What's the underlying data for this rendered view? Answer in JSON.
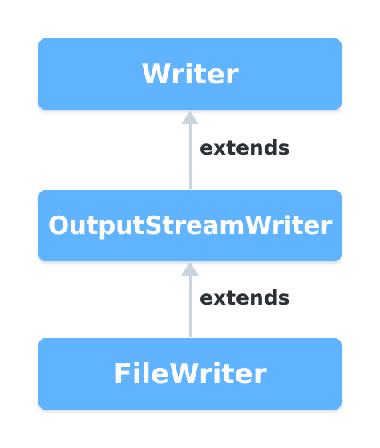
{
  "diagram": {
    "nodes": [
      {
        "label": "Writer"
      },
      {
        "label": "OutputStreamWriter"
      },
      {
        "label": "FileWriter"
      }
    ],
    "edges": [
      {
        "from": "OutputStreamWriter",
        "to": "Writer",
        "label": "extends"
      },
      {
        "from": "FileWriter",
        "to": "OutputStreamWriter",
        "label": "extends"
      }
    ]
  },
  "colors": {
    "node_fill": "#5fb3ff",
    "node_text": "#ffffff",
    "arrow": "#c9d4df",
    "edge_label": "#2c3138",
    "background": "#ffffff"
  },
  "icons": [
    "arrow-up-icon"
  ]
}
